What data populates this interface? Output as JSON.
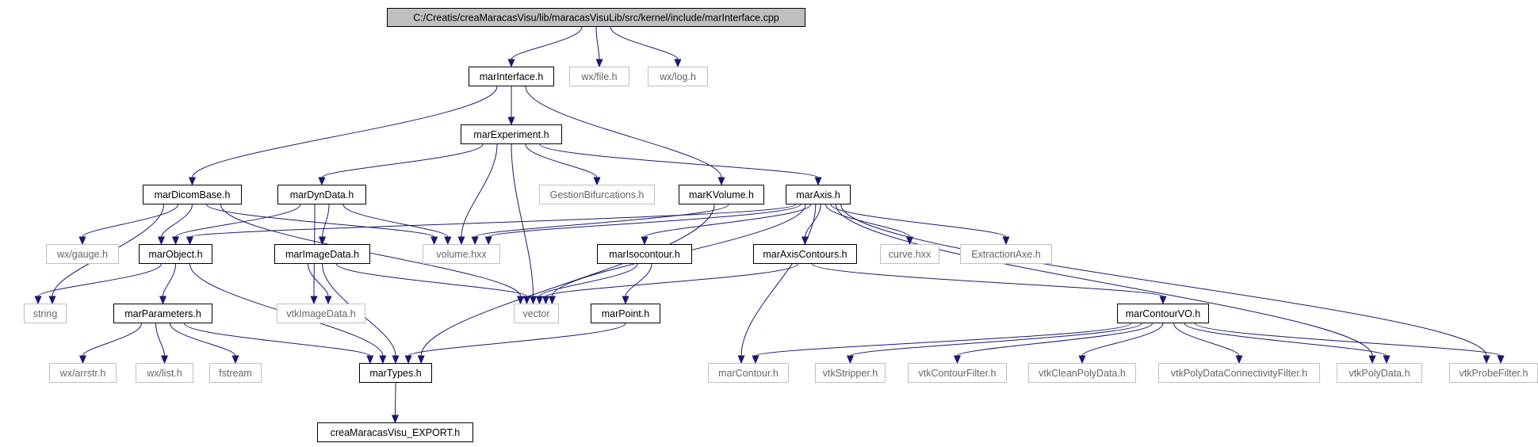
{
  "diagram": {
    "type": "include-dependency-graph",
    "nodes": [
      {
        "id": "root",
        "label": "C:/Creatis/creaMaracasVisu/lib/maracasVisuLib/src/kernel/include/marInterface.cpp",
        "kind": "root"
      },
      {
        "id": "marInterface_h",
        "label": "marInterface.h",
        "kind": "documented"
      },
      {
        "id": "wx_file_h",
        "label": "wx/file.h",
        "kind": "external"
      },
      {
        "id": "wx_log_h",
        "label": "wx/log.h",
        "kind": "external"
      },
      {
        "id": "marExperiment_h",
        "label": "marExperiment.h",
        "kind": "documented"
      },
      {
        "id": "marDicomBase_h",
        "label": "marDicomBase.h",
        "kind": "documented"
      },
      {
        "id": "marDynData_h",
        "label": "marDynData.h",
        "kind": "documented"
      },
      {
        "id": "GestionBifurcations_h",
        "label": "GestionBifurcations.h",
        "kind": "external"
      },
      {
        "id": "marKVolume_h",
        "label": "marKVolume.h",
        "kind": "documented"
      },
      {
        "id": "marAxis_h",
        "label": "marAxis.h",
        "kind": "documented"
      },
      {
        "id": "wx_gauge_h",
        "label": "wx/gauge.h",
        "kind": "external"
      },
      {
        "id": "marObject_h",
        "label": "marObject.h",
        "kind": "documented"
      },
      {
        "id": "marImageData_h",
        "label": "marImageData.h",
        "kind": "documented"
      },
      {
        "id": "volume_hxx",
        "label": "volume.hxx",
        "kind": "external"
      },
      {
        "id": "marIsocontour_h",
        "label": "marIsocontour.h",
        "kind": "documented"
      },
      {
        "id": "marAxisContours_h",
        "label": "marAxisContours.h",
        "kind": "documented"
      },
      {
        "id": "curve_hxx",
        "label": "curve.hxx",
        "kind": "external"
      },
      {
        "id": "ExtractionAxe_h",
        "label": "ExtractionAxe.h",
        "kind": "external"
      },
      {
        "id": "string",
        "label": "string",
        "kind": "external"
      },
      {
        "id": "marParameters_h",
        "label": "marParameters.h",
        "kind": "documented"
      },
      {
        "id": "vtkImageData_h",
        "label": "vtkImageData.h",
        "kind": "external"
      },
      {
        "id": "vector",
        "label": "vector",
        "kind": "external"
      },
      {
        "id": "marPoint_h",
        "label": "marPoint.h",
        "kind": "documented"
      },
      {
        "id": "marContourVO_h",
        "label": "marContourVO.h",
        "kind": "documented"
      },
      {
        "id": "wx_arrstr_h",
        "label": "wx/arrstr.h",
        "kind": "external"
      },
      {
        "id": "wx_list_h",
        "label": "wx/list.h",
        "kind": "external"
      },
      {
        "id": "fstream",
        "label": "fstream",
        "kind": "external"
      },
      {
        "id": "marTypes_h",
        "label": "marTypes.h",
        "kind": "documented"
      },
      {
        "id": "marContour_h",
        "label": "marContour.h",
        "kind": "external"
      },
      {
        "id": "vtkStripper_h",
        "label": "vtkStripper.h",
        "kind": "external"
      },
      {
        "id": "vtkContourFilter_h",
        "label": "vtkContourFilter.h",
        "kind": "external"
      },
      {
        "id": "vtkCleanPolyData_h",
        "label": "vtkCleanPolyData.h",
        "kind": "external"
      },
      {
        "id": "vtkPolyDataConnectivityFilter_h",
        "label": "vtkPolyDataConnectivityFilter.h",
        "kind": "external"
      },
      {
        "id": "vtkPolyData_h",
        "label": "vtkPolyData.h",
        "kind": "external"
      },
      {
        "id": "vtkProbeFilter_h",
        "label": "vtkProbeFilter.h",
        "kind": "external"
      },
      {
        "id": "creaMaracasVisu_EXPORT_h",
        "label": "creaMaracasVisu_EXPORT.h",
        "kind": "documented"
      }
    ],
    "edges": [
      [
        "root",
        "marInterface_h"
      ],
      [
        "root",
        "wx_file_h"
      ],
      [
        "root",
        "wx_log_h"
      ],
      [
        "marInterface_h",
        "marExperiment_h"
      ],
      [
        "marInterface_h",
        "marDicomBase_h"
      ],
      [
        "marInterface_h",
        "marKVolume_h"
      ],
      [
        "marExperiment_h",
        "marDynData_h"
      ],
      [
        "marExperiment_h",
        "GestionBifurcations_h"
      ],
      [
        "marExperiment_h",
        "marAxis_h"
      ],
      [
        "marExperiment_h",
        "volume_hxx"
      ],
      [
        "marExperiment_h",
        "vector"
      ],
      [
        "marDicomBase_h",
        "wx_gauge_h"
      ],
      [
        "marDicomBase_h",
        "marObject_h"
      ],
      [
        "marDicomBase_h",
        "string"
      ],
      [
        "marDicomBase_h",
        "volume_hxx"
      ],
      [
        "marDicomBase_h",
        "vector"
      ],
      [
        "marDynData_h",
        "marObject_h"
      ],
      [
        "marDynData_h",
        "marImageData_h"
      ],
      [
        "marDynData_h",
        "volume_hxx"
      ],
      [
        "marDynData_h",
        "vtkImageData_h"
      ],
      [
        "marKVolume_h",
        "volume_hxx"
      ],
      [
        "marKVolume_h",
        "marTypes_h"
      ],
      [
        "marAxis_h",
        "marObject_h"
      ],
      [
        "marAxis_h",
        "volume_hxx"
      ],
      [
        "marAxis_h",
        "marIsocontour_h"
      ],
      [
        "marAxis_h",
        "marAxisContours_h"
      ],
      [
        "marAxis_h",
        "curve_hxx"
      ],
      [
        "marAxis_h",
        "ExtractionAxe_h"
      ],
      [
        "marAxis_h",
        "vector"
      ],
      [
        "marAxis_h",
        "marContour_h"
      ],
      [
        "marAxis_h",
        "vtkPolyData_h"
      ],
      [
        "marAxis_h",
        "vtkProbeFilter_h"
      ],
      [
        "marObject_h",
        "string"
      ],
      [
        "marObject_h",
        "marParameters_h"
      ],
      [
        "marObject_h",
        "marTypes_h"
      ],
      [
        "marImageData_h",
        "vtkImageData_h"
      ],
      [
        "marImageData_h",
        "vector"
      ],
      [
        "marImageData_h",
        "marTypes_h"
      ],
      [
        "marIsocontour_h",
        "vector"
      ],
      [
        "marIsocontour_h",
        "marPoint_h"
      ],
      [
        "marAxisContours_h",
        "vector"
      ],
      [
        "marAxisContours_h",
        "marContourVO_h"
      ],
      [
        "marParameters_h",
        "wx_arrstr_h"
      ],
      [
        "marParameters_h",
        "wx_list_h"
      ],
      [
        "marParameters_h",
        "fstream"
      ],
      [
        "marParameters_h",
        "marTypes_h"
      ],
      [
        "marPoint_h",
        "marTypes_h"
      ],
      [
        "marContourVO_h",
        "marContour_h"
      ],
      [
        "marContourVO_h",
        "vtkStripper_h"
      ],
      [
        "marContourVO_h",
        "vtkContourFilter_h"
      ],
      [
        "marContourVO_h",
        "vtkCleanPolyData_h"
      ],
      [
        "marContourVO_h",
        "vtkPolyDataConnectivityFilter_h"
      ],
      [
        "marContourVO_h",
        "vtkPolyData_h"
      ],
      [
        "marContourVO_h",
        "vtkProbeFilter_h"
      ],
      [
        "marTypes_h",
        "creaMaracasVisu_EXPORT_h"
      ]
    ]
  },
  "colors": {
    "edge": "#191970",
    "root_fill": "#bfbfbf",
    "documented_border": "#000000",
    "external_border": "#bfbfbf",
    "external_text": "#666666"
  }
}
